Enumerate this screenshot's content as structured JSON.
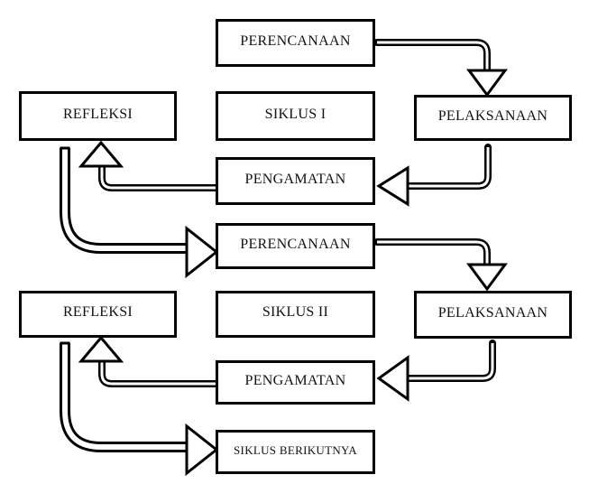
{
  "diagram": {
    "title": "",
    "cycles": [
      {
        "label": "SIKLUS I",
        "stages": {
          "planning": "PERENCANAAN",
          "action": "PELAKSANAAN",
          "observation": "PENGAMATAN",
          "reflection": "REFLEKSI"
        }
      },
      {
        "label": "SIKLUS II",
        "stages": {
          "planning": "PERENCANAAN",
          "action": "PELAKSANAAN",
          "observation": "PENGAMATAN",
          "reflection": "REFLEKSI"
        }
      }
    ],
    "next": "SIKLUS BERIKUTNYA",
    "edges": [
      {
        "from": "PERENCANAAN (I)",
        "to": "PELAKSANAAN (I)"
      },
      {
        "from": "PELAKSANAAN (I)",
        "to": "PENGAMATAN (I)"
      },
      {
        "from": "PENGAMATAN (I)",
        "to": "REFLEKSI (I)"
      },
      {
        "from": "REFLEKSI (I)",
        "to": "PERENCANAAN (II)"
      },
      {
        "from": "PERENCANAAN (II)",
        "to": "PELAKSANAAN (II)"
      },
      {
        "from": "PELAKSANAAN (II)",
        "to": "PENGAMATAN (II)"
      },
      {
        "from": "PENGAMATAN (II)",
        "to": "REFLEKSI (II)"
      },
      {
        "from": "REFLEKSI (II)",
        "to": "SIKLUS BERIKUTNYA"
      }
    ],
    "colors": {
      "stroke": "#000000",
      "fill": "#ffffff",
      "text": "#111111"
    }
  }
}
